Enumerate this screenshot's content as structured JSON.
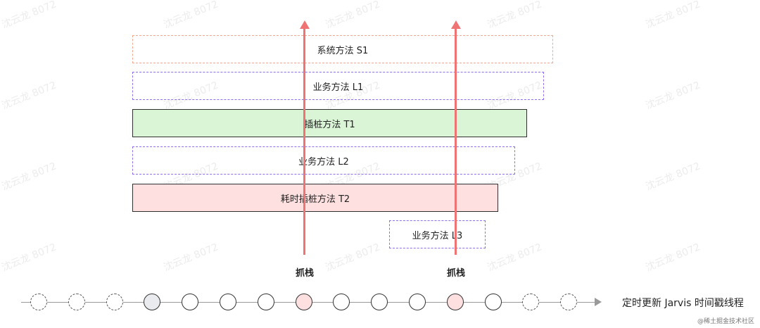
{
  "watermark": "沈云龙 8072",
  "blocks": [
    {
      "id": "system-s1",
      "label": "系统方法 S1",
      "style": "dashed-red"
    },
    {
      "id": "business-l1",
      "label": "业务方法 L1",
      "style": "dashed-purple"
    },
    {
      "id": "instrument-t1",
      "label": "插桩方法 T1",
      "style": "solid-green"
    },
    {
      "id": "business-l2",
      "label": "业务方法 L2",
      "style": "dashed-purple"
    },
    {
      "id": "costly-instrument-t2",
      "label": "耗时插桩方法 T2",
      "style": "solid-red"
    },
    {
      "id": "business-l3",
      "label": "业务方法 L3",
      "style": "dashed-purple"
    }
  ],
  "captures": [
    {
      "label": "抓栈"
    },
    {
      "label": "抓栈"
    }
  ],
  "timeline": {
    "label": "定时更新 Jarvis 时间戳线程",
    "dots": [
      "dashed",
      "dashed",
      "dashed",
      "gray",
      "solid",
      "solid",
      "solid",
      "red",
      "solid",
      "solid",
      "solid",
      "red",
      "solid",
      "dashed",
      "dashed"
    ]
  },
  "credit": "@稀土掘金技术社区",
  "colors": {
    "arrow": "#f07373",
    "green_fill": "#d9f5d6",
    "red_fill": "#fde0df",
    "purple_dash": "#8e6ee6",
    "orange_dash": "#f2a88c"
  }
}
